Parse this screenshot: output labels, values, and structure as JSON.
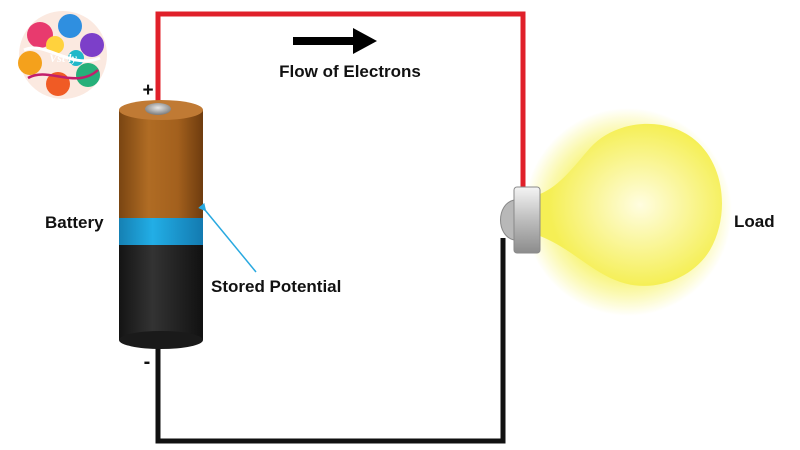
{
  "labels": {
    "flow": "Flow of Electrons",
    "battery": "Battery",
    "stored": "Stored Potential",
    "load": "Load",
    "plus": "+",
    "minus": "-",
    "logo": "Vst ly"
  },
  "colors": {
    "positive_wire": "#e0202a",
    "negative_wire": "#111111",
    "battery_top": "#a8641f",
    "battery_band": "#1ea3dc",
    "battery_bottom": "#262626",
    "bulb_glow": "#f6f25a",
    "annotation_arrow": "#29a9e0"
  },
  "icons": {
    "flow_arrow": "arrow-right-icon",
    "bulb": "light-bulb-icon",
    "logo": "colorful-logo-icon"
  }
}
